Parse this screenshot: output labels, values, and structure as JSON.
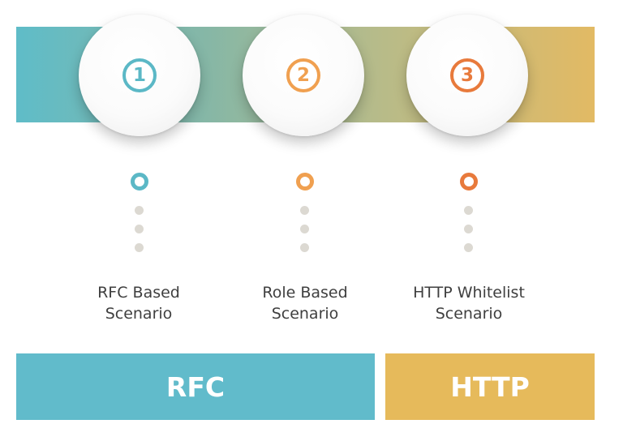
{
  "steps": [
    {
      "number": "1",
      "line1": "RFC Based",
      "line2": "Scenario",
      "color": "#5bb8c6"
    },
    {
      "number": "2",
      "line1": "Role Based",
      "line2": "Scenario",
      "color": "#f0a050"
    },
    {
      "number": "3",
      "line1": "HTTP Whitelist",
      "line2": "Scenario",
      "color": "#e87a3c"
    }
  ],
  "bars": [
    {
      "label": "RFC",
      "color": "#61bbcb"
    },
    {
      "label": "HTTP",
      "color": "#e6ba5b"
    }
  ]
}
